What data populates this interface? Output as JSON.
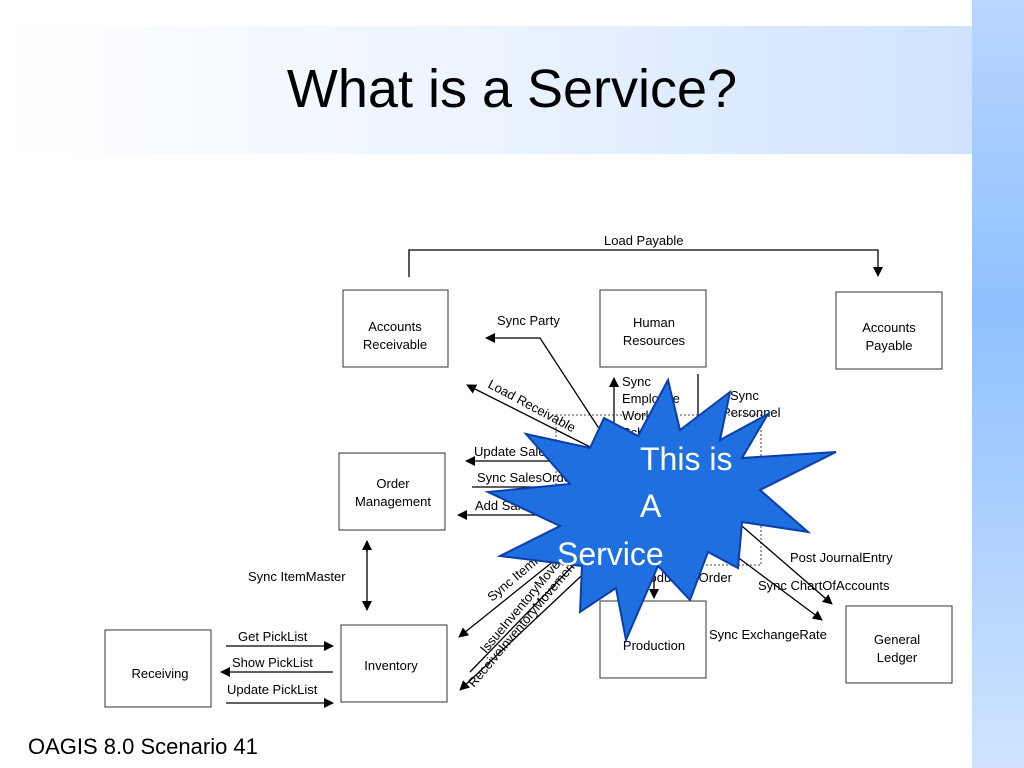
{
  "slide": {
    "title": "What is a Service?",
    "footer": "OAGIS 8.0 Scenario 41"
  },
  "boxes": {
    "accounts_receivable": [
      "Accounts",
      "Receivable"
    ],
    "human_resources": [
      "Human",
      "Resources"
    ],
    "accounts_payable": [
      "Accounts",
      "Payable"
    ],
    "order_management": [
      "Order",
      "Management"
    ],
    "receiving": [
      "Receiving"
    ],
    "inventory": [
      "Inventory"
    ],
    "production": [
      "Production"
    ],
    "general_ledger": [
      "General",
      "Ledger"
    ]
  },
  "flows": {
    "load_payable": "Load Payable",
    "sync_party": "Sync Party",
    "load_receivable": "Load Receivable",
    "sync_employee_1": "Sync",
    "sync_employee_2": "Employee",
    "sync_employee_3": "Work",
    "sync_employee_4": "Schedule",
    "sync_personnel_1": "Sync",
    "sync_personnel_2": "Personnel",
    "update_salesorder": "Update SalesOrder",
    "sync_salesorder": "Sync SalesOrder",
    "add_salesorder": "Add SalesOrder",
    "sync_itemmaster_vertical": "Sync ItemMaster",
    "sync_itemmaster_diag": "Sync ItemMaster",
    "issue_inventory": "IssueInventoryMovement",
    "receive_inventory": "ReceiveInventoryMovement",
    "production_order": "Sync ProductionOrder",
    "post_journal": "Post JournalEntry",
    "sync_chart": "Sync ChartOfAccounts",
    "sync_exchange": "Sync ExchangeRate",
    "get_picklist": "Get PickList",
    "show_picklist": "Show PickList",
    "update_picklist": "Update PickList"
  },
  "callout": {
    "line1": "This is",
    "line2": "A",
    "line3": "Service"
  },
  "colors": {
    "star_fill": "#1f6fe0",
    "star_outline": "#0a3fa8",
    "title_gradient_end": "#cfe2ff"
  }
}
